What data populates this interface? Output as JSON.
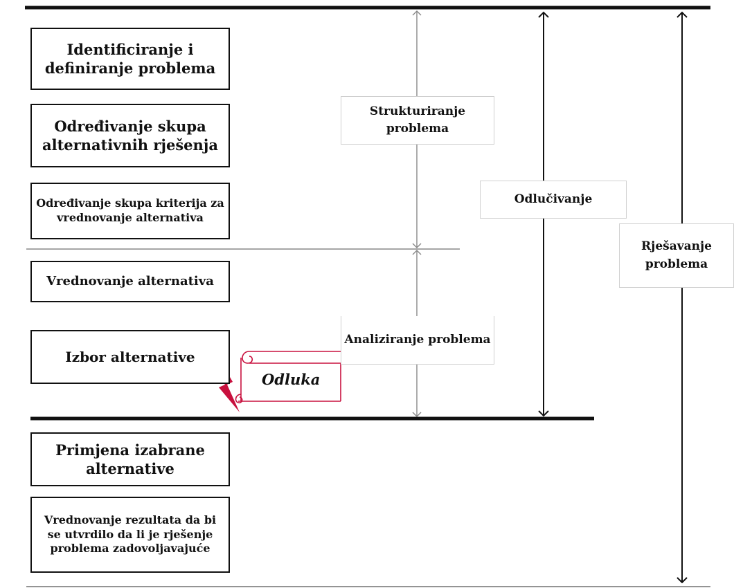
{
  "steps": [
    {
      "text": "Identificiranje i definiranje problema"
    },
    {
      "text": "Određivanje skupa alternativnih rješenja"
    },
    {
      "text": "Određivanje skupa kriterija za vrednovanje alternativa"
    },
    {
      "text": "Vrednovanje alternativa"
    },
    {
      "text": "Izbor alternative"
    },
    {
      "text": "Primjena izabrane alternative"
    },
    {
      "text": "Vrednovanje rezultata da bi se utvrdilo da li je rješenje problema zadovoljavajuće"
    }
  ],
  "phases": {
    "strukturiranje": "Strukturiranje problema",
    "analiziranje": "Analiziranje problema",
    "odlucivanje": "Odlučivanje",
    "rjesavanje": "Rješavanje problema"
  },
  "decision": "Odluka",
  "colors": {
    "accent": "#c8103e",
    "line": "#111111",
    "thin": "#888888"
  }
}
